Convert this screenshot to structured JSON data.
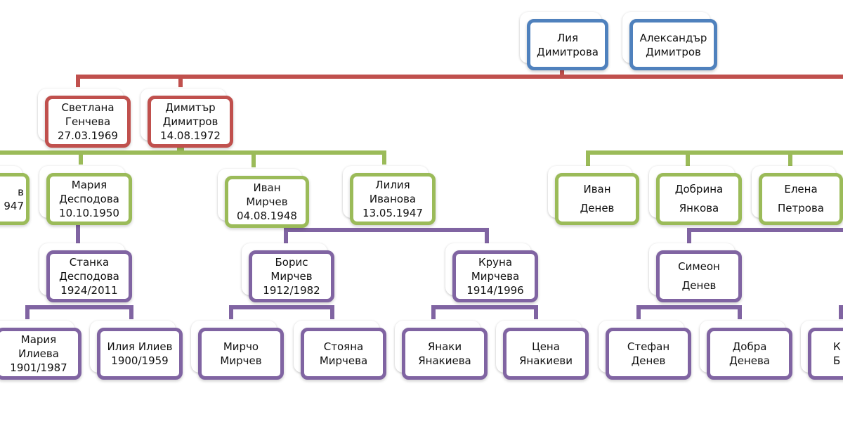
{
  "colors": {
    "gen1": "#4f81bd",
    "gen2": "#c0504d",
    "gen3": "#9bbb59",
    "gen4": "#8064a2"
  },
  "gen1": [
    {
      "id": "liya",
      "lines": [
        "Лия",
        "Димитрова"
      ]
    },
    {
      "id": "aleksandar",
      "lines": [
        "Александър",
        "Димитров"
      ]
    }
  ],
  "gen2": [
    {
      "id": "svetlana",
      "lines": [
        "Светлана",
        "Генчева",
        "27.03.1969"
      ]
    },
    {
      "id": "dimitar",
      "lines": [
        "Димитър",
        "Димитров",
        "14.08.1972"
      ]
    }
  ],
  "gen3": [
    {
      "id": "cut-left",
      "lines": [
        "в",
        "947"
      ]
    },
    {
      "id": "maria-despodova",
      "lines": [
        "Мария",
        "Десподова",
        "10.10.1950"
      ]
    },
    {
      "id": "ivan-mirchev",
      "lines": [
        "Иван",
        "Мирчев",
        "04.08.1948"
      ]
    },
    {
      "id": "liliya-ivanova",
      "lines": [
        "Лилия",
        "Иванова",
        "13.05.1947"
      ]
    },
    {
      "id": "ivan-denev",
      "lines": [
        "Иван",
        "Денев"
      ]
    },
    {
      "id": "dobrina-yankova",
      "lines": [
        "Добрина",
        "Янкова"
      ]
    },
    {
      "id": "elena-petrova",
      "lines": [
        "Елена",
        "Петрова"
      ]
    }
  ],
  "gen4": [
    {
      "id": "stanka-despodova",
      "lines": [
        "Станка",
        "Десподова",
        "1924/2011"
      ]
    },
    {
      "id": "boris-mirchev",
      "lines": [
        "Борис",
        "Мирчев",
        "1912/1982"
      ]
    },
    {
      "id": "kruna-mircheva",
      "lines": [
        "Круна",
        "Мирчева",
        "1914/1996"
      ]
    },
    {
      "id": "simeon-denev",
      "lines": [
        "Симеон",
        "Денев"
      ]
    }
  ],
  "gen5": [
    {
      "id": "maria-ilieva",
      "lines": [
        "Мария",
        "Илиева",
        "1901/1987"
      ]
    },
    {
      "id": "iliya-iliev",
      "lines": [
        "Илия Илиев",
        "1900/1959"
      ]
    },
    {
      "id": "mircho-mirchev",
      "lines": [
        "Мирчо",
        "Мирчев"
      ]
    },
    {
      "id": "stoyana-mircheva",
      "lines": [
        "Стояна",
        "Мирчева"
      ]
    },
    {
      "id": "yanaki-yanakieva",
      "lines": [
        "Янаки",
        "Янакиева"
      ]
    },
    {
      "id": "tsena-yanakievi",
      "lines": [
        "Цена",
        "Янакиеви"
      ]
    },
    {
      "id": "stefan-denev",
      "lines": [
        "Стефан",
        "Денев"
      ]
    },
    {
      "id": "dobra-deneva",
      "lines": [
        "Добра",
        "Денева"
      ]
    },
    {
      "id": "cut-right",
      "lines": [
        "К",
        "Б"
      ]
    }
  ]
}
